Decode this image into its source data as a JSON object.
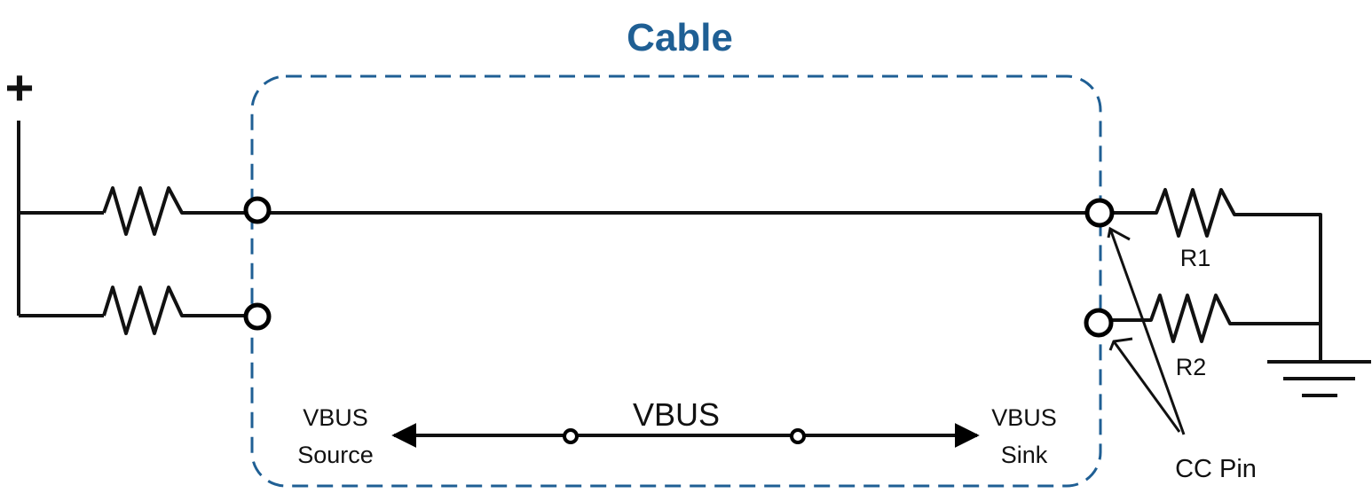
{
  "cable": {
    "title": "Cable",
    "color": "#1f5f94"
  },
  "supply": {
    "symbol": "+"
  },
  "resistors": {
    "r1_label": "R1",
    "r2_label": "R2"
  },
  "vbus": {
    "label": "VBUS",
    "source_line1": "VBUS",
    "source_line2": "Source",
    "sink_line1": "VBUS",
    "sink_line2": "Sink"
  },
  "cc_pin": {
    "label": "CC Pin"
  }
}
